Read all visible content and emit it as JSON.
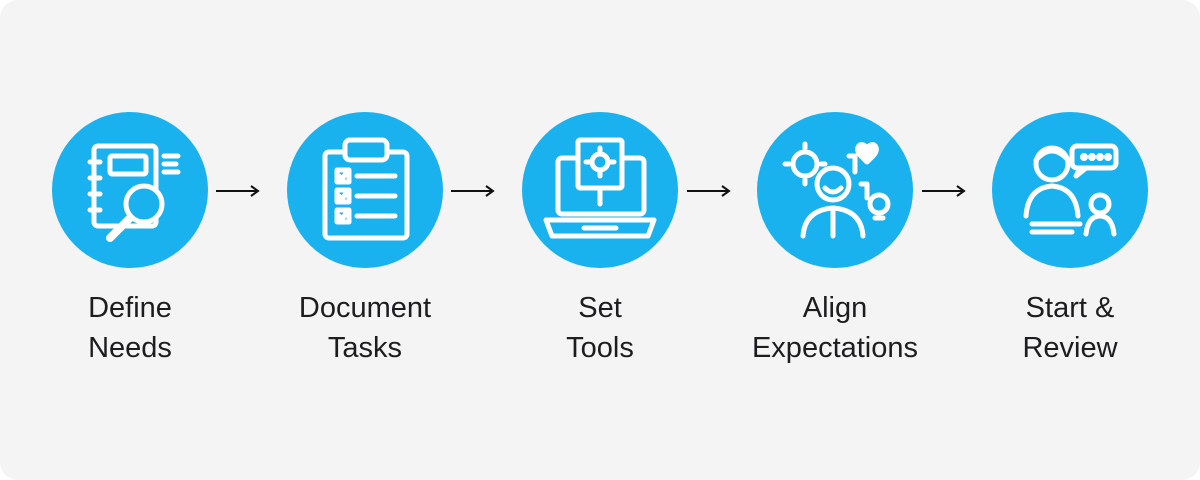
{
  "theme": {
    "accent": "#1ab2ee",
    "background": "#f4f4f5",
    "text": "#1d1d1f",
    "arrow": "#111111"
  },
  "steps": [
    {
      "icon": "notebook-magnifier-icon",
      "label_line1": "Define",
      "label_line2": "Needs"
    },
    {
      "icon": "clipboard-checklist-icon",
      "label_line1": "Document",
      "label_line2": "Tasks"
    },
    {
      "icon": "laptop-gear-icon",
      "label_line1": "Set",
      "label_line2": "Tools"
    },
    {
      "icon": "person-ideas-icon",
      "label_line1": "Align",
      "label_line2": "Expectations"
    },
    {
      "icon": "people-conversation-icon",
      "label_line1": "Start &",
      "label_line2": "Review"
    }
  ]
}
